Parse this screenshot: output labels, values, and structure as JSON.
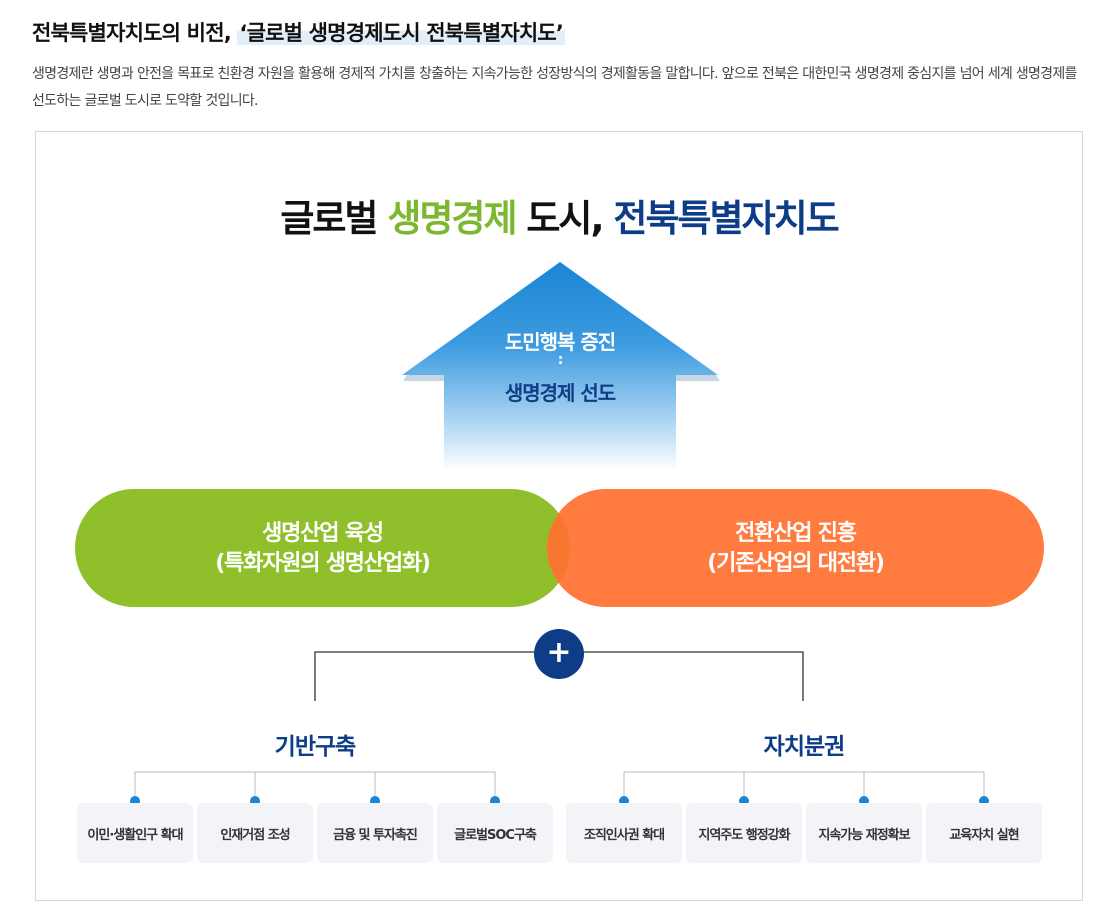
{
  "header": {
    "title_prefix": "전북특별자치도의 비전, ",
    "title_highlight": "‘글로벌 생명경제도시 전북특별자치도’",
    "description": "생명경제란 생명과 안전을 목표로 친환경 자원을 활용해 경제적 가치를 창출하는 지속가능한 성장방식의 경제활동을 말합니다. 앞으로 전북은 대한민국 생명경제 중심지를 넘어 세계 생명경제를 선도하는 글로벌 도시로 도약할 것입니다."
  },
  "diagram": {
    "title_part1": "글로벌 ",
    "title_part2": "생명경제",
    "title_part3": " 도시, ",
    "title_part4": "전북특별자치도",
    "arrow": {
      "line1": "도민행복 증진",
      "separator": ":",
      "line2": "생명경제 선도"
    },
    "pillars": [
      {
        "line1": "생명산업 육성",
        "line2": "(특화자원의 생명산업화)"
      },
      {
        "line1": "전환산업 진흥",
        "line2": "(기존산업의 대전환)"
      }
    ],
    "plus_symbol": "+",
    "foundations": [
      {
        "title": "기반구축",
        "items": [
          "이민·생활인구 확대",
          "인재거점 조성",
          "금융 및 투자촉진",
          "글로벌SOC구축"
        ]
      },
      {
        "title": "자치분권",
        "items": [
          "조직인사권 확대",
          "지역주도 행정강화",
          "지속가능 재정확보",
          "교육자치 실현"
        ]
      }
    ]
  },
  "colors": {
    "navy": "#0d3d86",
    "green": "#7cb82f",
    "orange": "#ff7130",
    "arrow_blue": "#1a86d3",
    "connector_dot": "#1a86d3",
    "item_bg": "#f2f4f7"
  }
}
